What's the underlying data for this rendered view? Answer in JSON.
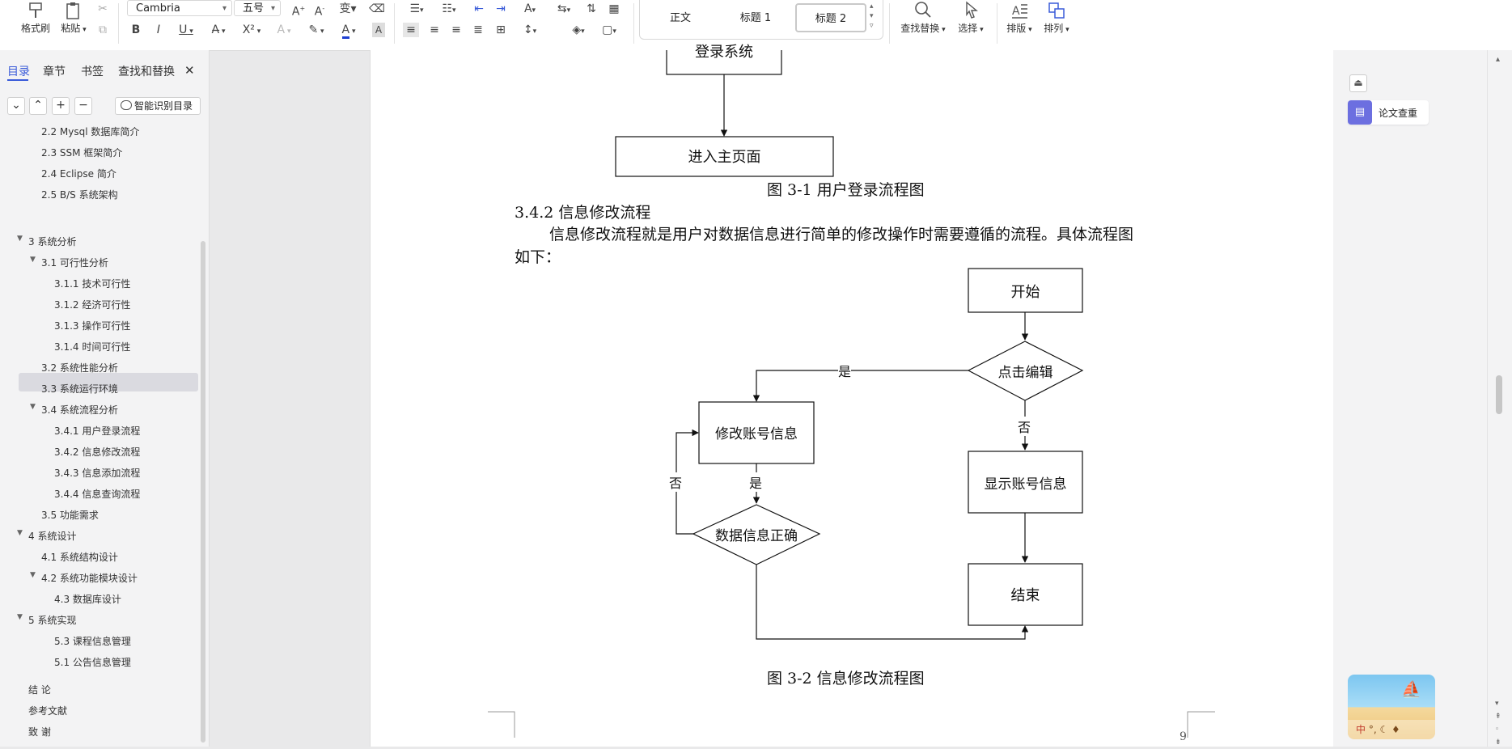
{
  "ribbon": {
    "format_painter": "格式刷",
    "paste": "粘贴",
    "font_name": "Cambria",
    "font_size": "五号",
    "style_normal": "正文",
    "style_heading1": "标题 1",
    "style_heading2": "标题 2",
    "find_replace": "查找替换",
    "select": "选择",
    "typeset": "排版",
    "arrange": "排列"
  },
  "nav": {
    "tabs": [
      "目录",
      "章节",
      "书签",
      "查找和替换"
    ],
    "smart_toc": "智能识别目录",
    "items": [
      {
        "label": "2.2 Mysql 数据库简介",
        "level": 2,
        "expandable": false
      },
      {
        "label": "2.3 SSM 框架简介",
        "level": 2,
        "expandable": false
      },
      {
        "label": "2.4 Eclipse 简介",
        "level": 2,
        "expandable": false
      },
      {
        "label": "2.5 B/S 系统架构",
        "level": 2,
        "expandable": false
      },
      {
        "label": "3 系统分析",
        "level": 1,
        "expandable": true
      },
      {
        "label": "3.1 可行性分析",
        "level": 2,
        "expandable": true
      },
      {
        "label": "3.1.1 技术可行性",
        "level": 3,
        "expandable": false
      },
      {
        "label": "3.1.2 经济可行性",
        "level": 3,
        "expandable": false
      },
      {
        "label": "3.1.3 操作可行性",
        "level": 3,
        "expandable": false
      },
      {
        "label": "3.1.4  时间可行性",
        "level": 3,
        "expandable": false
      },
      {
        "label": "3.2  系统性能分析",
        "level": 2,
        "expandable": false
      },
      {
        "label": "3.3 系统运行环境",
        "level": 2,
        "expandable": false,
        "selected": true
      },
      {
        "label": "3.4  系统流程分析",
        "level": 2,
        "expandable": true
      },
      {
        "label": "3.4.1 用户登录流程",
        "level": 3,
        "expandable": false
      },
      {
        "label": "3.4.2 信息修改流程",
        "level": 3,
        "expandable": false
      },
      {
        "label": "3.4.3 信息添加流程",
        "level": 3,
        "expandable": false
      },
      {
        "label": "3.4.4 信息查询流程",
        "level": 3,
        "expandable": false
      },
      {
        "label": "3.5  功能需求",
        "level": 2,
        "expandable": false
      },
      {
        "label": "4   系统设计",
        "level": 1,
        "expandable": true
      },
      {
        "label": "4.1 系统结构设计",
        "level": 2,
        "expandable": false
      },
      {
        "label": "4.2  系统功能模块设计",
        "level": 2,
        "expandable": true
      },
      {
        "label": "4.3    数据库设计",
        "level": 3,
        "expandable": false
      },
      {
        "label": "5 系统实现",
        "level": 1,
        "expandable": true
      },
      {
        "label": "5.3 课程信息管理",
        "level": 3,
        "expandable": false
      },
      {
        "label": "5.1 公告信息管理",
        "level": 3,
        "expandable": false
      },
      {
        "label": "结    论",
        "level": 0,
        "expandable": false
      },
      {
        "label": "参考文献",
        "level": 0,
        "expandable": false
      },
      {
        "label": "致    谢",
        "level": 0,
        "expandable": false
      }
    ]
  },
  "document": {
    "flow1_login": "登录系统",
    "flow1_main": "进入主页面",
    "caption1": "图 3-1  用户登录流程图",
    "heading": "3.4.2 信息修改流程",
    "para_line1": "信息修改流程就是用户对数据信息进行简单的修改操作时需要遵循的流程。具体流程图",
    "para_line2": "如下：",
    "flow2": {
      "start": "开始",
      "click_edit": "点击编辑",
      "modify_account": "修改账号信息",
      "show_account": "显示账号信息",
      "data_correct": "数据信息正确",
      "end": "结束",
      "yes1": "是",
      "no1": "否",
      "yes2": "是",
      "no2": "否"
    },
    "caption2": "图 3-2  信息修改流程图",
    "page_number": "9"
  },
  "right_panel": {
    "paper_check": "论文查重",
    "ime_label": "中"
  }
}
